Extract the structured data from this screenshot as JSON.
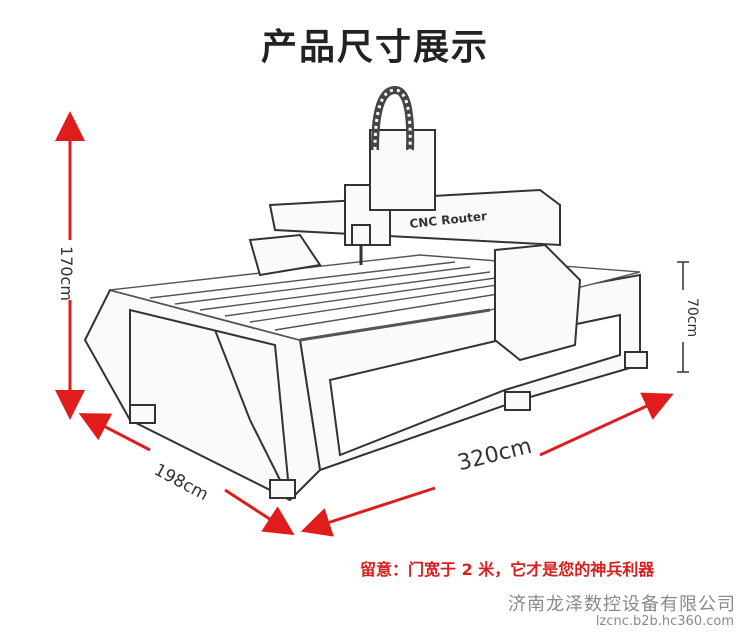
{
  "title": "产品尺寸展示",
  "machine": {
    "brand_label": "CNC Router"
  },
  "dimensions": {
    "height": "170cm",
    "table_height": "70cm",
    "width": "198cm",
    "length": "320cm"
  },
  "note": "留意：门宽于 2 米，它才是您的神兵利器",
  "watermark": {
    "company": "济南龙泽数控设备有限公司",
    "url": "lzcnc.b2b.hc360.com"
  },
  "colors": {
    "arrow": "#e01c1c",
    "line": "#333333"
  }
}
